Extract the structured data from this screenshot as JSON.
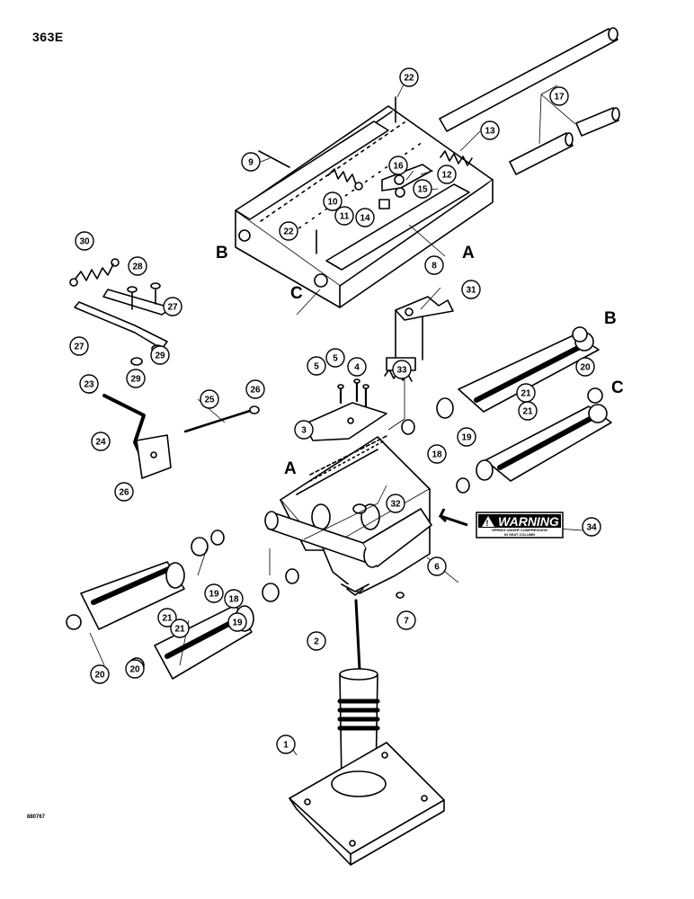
{
  "header": {
    "page_code": "363E"
  },
  "footer": {
    "image_code": "880767"
  },
  "warning_decal": {
    "title": "WARNING",
    "line1": "SPRING UNDER COMPRESSION",
    "line2": "IN SEAT COLUMN"
  },
  "reference_letters": [
    "A",
    "B",
    "C"
  ],
  "callouts": [
    {
      "number": "1"
    },
    {
      "number": "2"
    },
    {
      "number": "3"
    },
    {
      "number": "4"
    },
    {
      "number": "5"
    },
    {
      "number": "6"
    },
    {
      "number": "7"
    },
    {
      "number": "8"
    },
    {
      "number": "9"
    },
    {
      "number": "10"
    },
    {
      "number": "11"
    },
    {
      "number": "12"
    },
    {
      "number": "13"
    },
    {
      "number": "14"
    },
    {
      "number": "15"
    },
    {
      "number": "16"
    },
    {
      "number": "17"
    },
    {
      "number": "18"
    },
    {
      "number": "19"
    },
    {
      "number": "20"
    },
    {
      "number": "21"
    },
    {
      "number": "22"
    },
    {
      "number": "23"
    },
    {
      "number": "24"
    },
    {
      "number": "25"
    },
    {
      "number": "26"
    },
    {
      "number": "27"
    },
    {
      "number": "28"
    },
    {
      "number": "29"
    },
    {
      "number": "30"
    },
    {
      "number": "31"
    },
    {
      "number": "32"
    },
    {
      "number": "33"
    },
    {
      "number": "34"
    }
  ]
}
